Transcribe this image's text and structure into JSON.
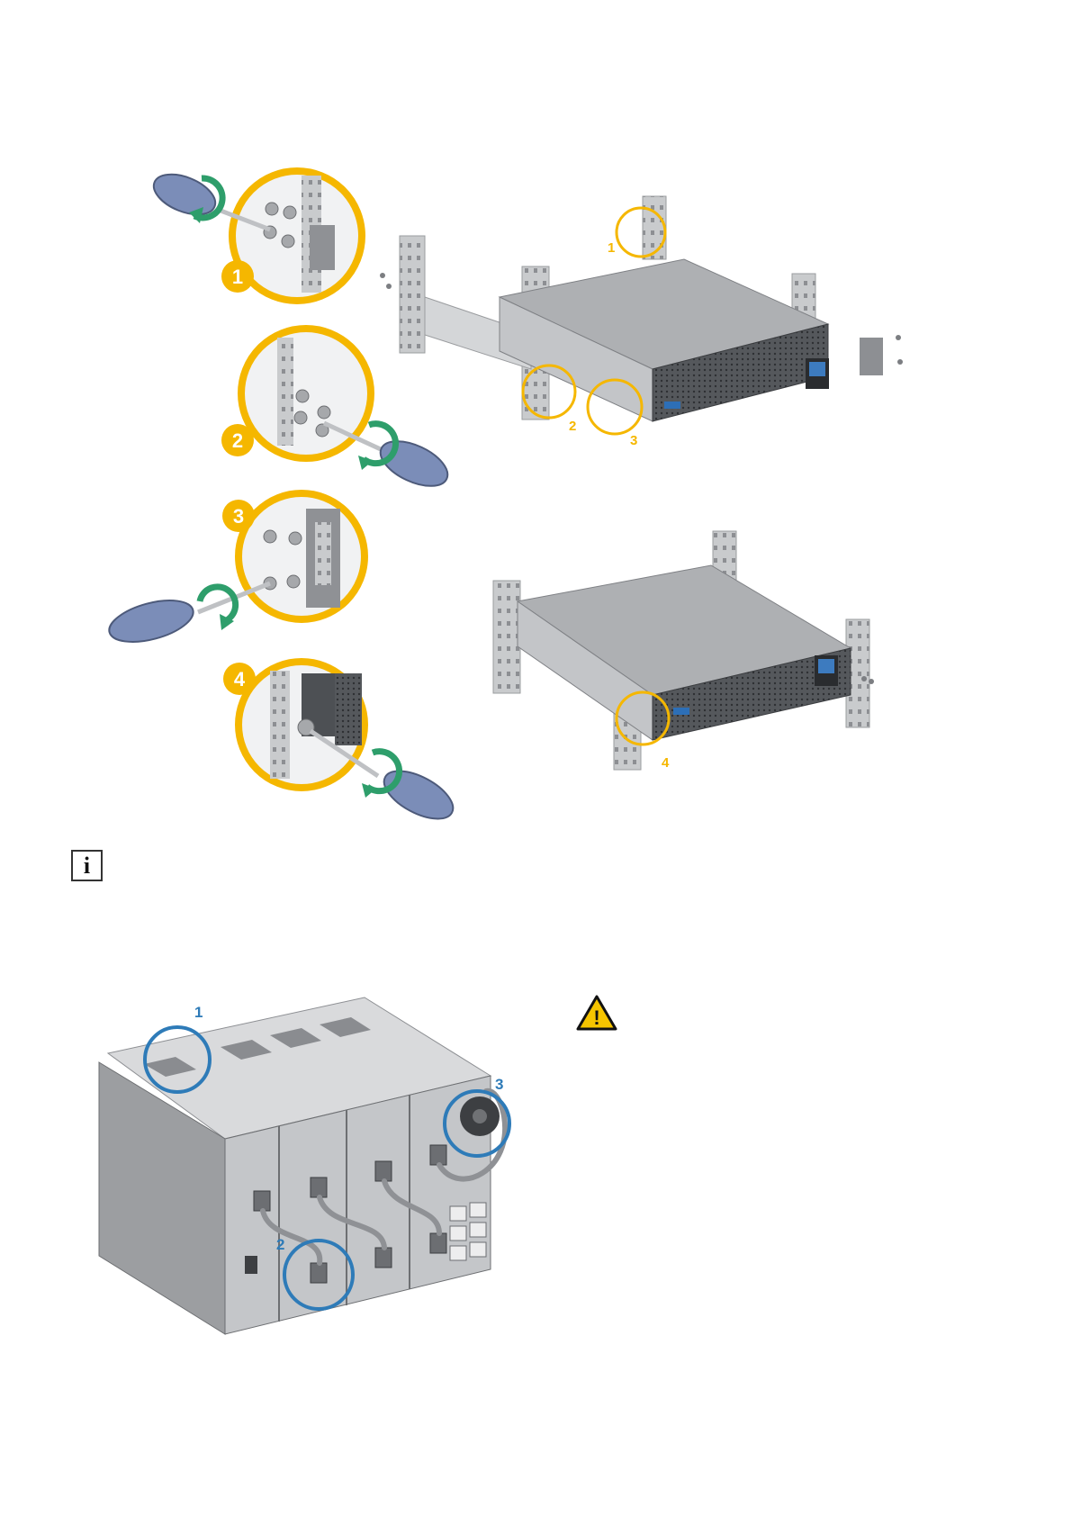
{
  "rack_steps": {
    "detail_callouts": [
      "1",
      "2",
      "3",
      "4"
    ],
    "front_view_callouts": [
      "1",
      "2",
      "3"
    ],
    "installed_view_callout": "4"
  },
  "info_icon": {
    "glyph": "i",
    "icon": "info-icon"
  },
  "battery_module": {
    "callouts": [
      "1",
      "2",
      "3"
    ],
    "callout_color": "#2E7BB8"
  },
  "warning_icon": {
    "glyph": "!",
    "icon": "warning-icon"
  },
  "colors": {
    "callout_yellow": "#F5B700",
    "callout_blue": "#2E7BB8",
    "screwdriver_handle": "#7B8DB8",
    "arrow_green": "#2E9E6B",
    "metal_gray": "#B9BBBE",
    "dark_gray": "#6C6E72"
  }
}
